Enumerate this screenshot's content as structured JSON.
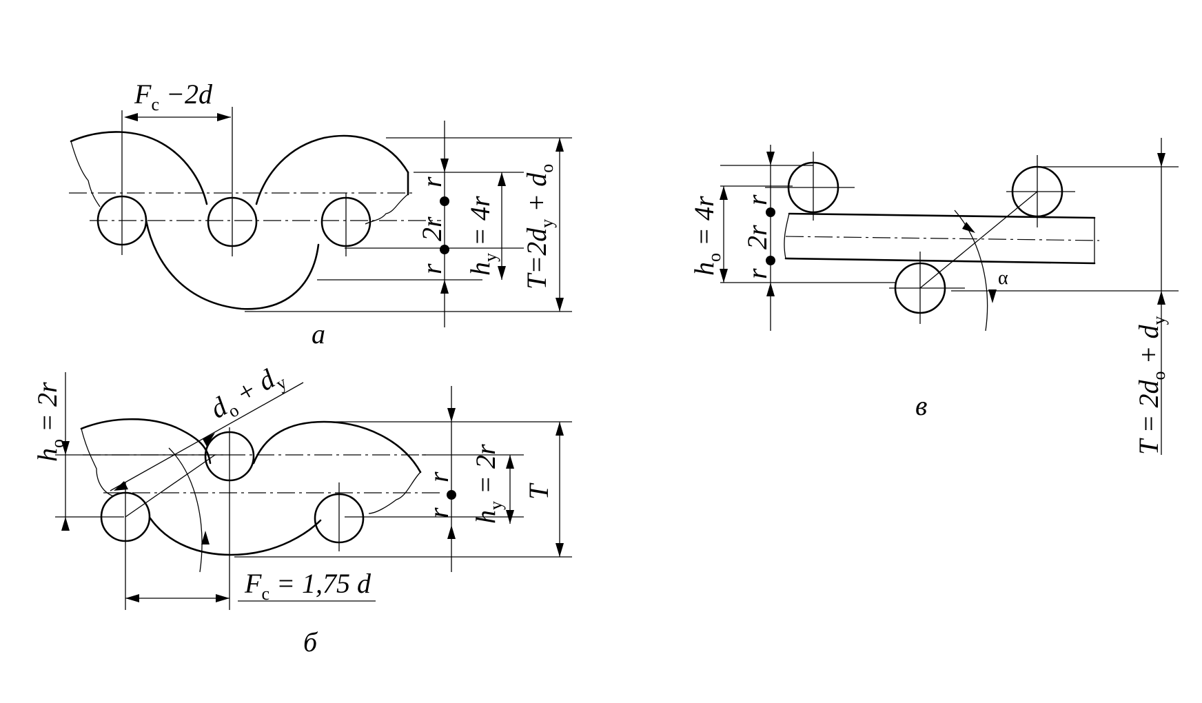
{
  "figure": {
    "captions": {
      "a": "а",
      "b": "б",
      "c": "в"
    },
    "panel_a": {
      "pitch_label": {
        "main": "F",
        "sub": "c",
        "rest": " −2d"
      },
      "r_top": "r",
      "two_r": "2r",
      "r_bottom": "r",
      "hy_label": {
        "main": "h",
        "sub": "y",
        "rest": " = 4r"
      },
      "t_label": {
        "pre": "T=2d",
        "sub1": "y",
        "mid": " + d",
        "sub2": "o"
      }
    },
    "panel_b": {
      "ho_label": {
        "main": "h",
        "sub": "o",
        "rest": " = 2r"
      },
      "diag_label": {
        "pre": "d",
        "sub1": "o",
        "mid": " + d",
        "sub2": "y"
      },
      "r_top": "r",
      "r_bottom": "r",
      "hy_label": {
        "main": "h",
        "sub": "y",
        "rest": " = 2r"
      },
      "t_label": "T",
      "pitch_label": {
        "main": "F",
        "sub": "c",
        "rest": " = 1,75 d"
      }
    },
    "panel_c": {
      "ho_label": {
        "main": "h",
        "sub": "o",
        "rest": " = 4r"
      },
      "r_top": "r",
      "two_r": "2r",
      "r_bottom": "r",
      "alpha": "α",
      "t_label": {
        "pre": "T = 2d",
        "sub1": "o",
        "mid": " + d",
        "sub2": "y"
      }
    }
  }
}
